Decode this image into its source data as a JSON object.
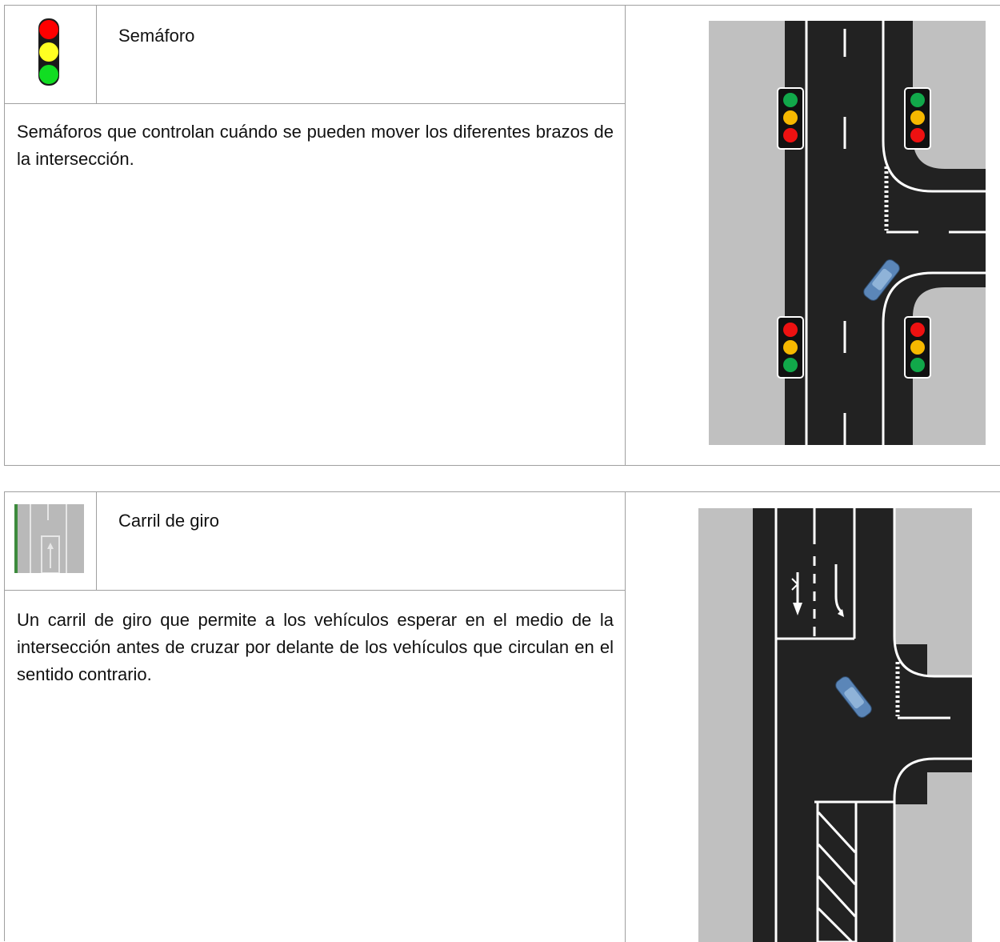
{
  "items": [
    {
      "title": "Semáforo",
      "description": "Semáforos que controlan cuándo se pueden mover los diferentes brazos de la intersección.",
      "icon": "traffic-light-icon"
    },
    {
      "title": "Carril de giro",
      "description": "Un carril de giro que permite a los vehículos esperar en el medio de la intersección antes de cruzar por delante de los vehículos que circulan en el sentido contrario.",
      "icon": "turn-lane-icon"
    }
  ],
  "colors": {
    "road": "#222222",
    "ground": "#c0c0c0",
    "marking": "#ffffff",
    "light_red": "#ee1111",
    "light_yellow": "#f6b800",
    "light_green": "#11a84a",
    "car": "#5b86b8",
    "border": "#a0a0a0"
  }
}
